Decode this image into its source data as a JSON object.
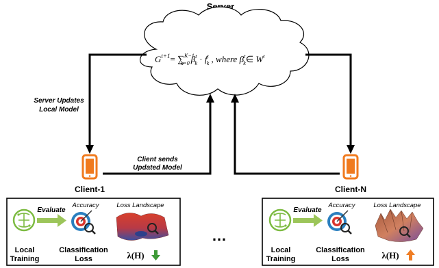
{
  "server": {
    "title": "Server",
    "formula": {
      "lhs": "G",
      "lhs_sup": "t+1",
      "eq": "= ",
      "sum": "∑",
      "sum_sup": "K−1",
      "sum_sub": "k=0",
      "beta1": "β",
      "beta1_sup": "t",
      "beta1_sub": "k",
      "dot": " · ",
      "f": "f",
      "f_sup": "t",
      "f_sub": "k",
      "where": " ,  where  ",
      "beta2": "β",
      "beta2_sup": "t",
      "beta2_sub": "k",
      "in": "∈ ",
      "W": "W",
      "W_sup": "t"
    }
  },
  "edges": {
    "server_updates": [
      "Server Updates",
      "Local Model"
    ],
    "client_sends": [
      "Client sends",
      "Updated Model"
    ]
  },
  "clients": [
    {
      "name": "Client-1",
      "evaluate": "Evaluate",
      "accuracy": "Accuracy",
      "loss_landscape": "Loss Landscape",
      "local_training": [
        "Local",
        "Training"
      ],
      "classification_loss": [
        "Classification",
        "Loss"
      ],
      "lambda": "λ(H)",
      "trend": "down"
    },
    {
      "name": "Client-N",
      "evaluate": "Evaluate",
      "accuracy": "Accuracy",
      "loss_landscape": "Loss Landscape",
      "local_training": [
        "Local",
        "Training"
      ],
      "classification_loss": [
        "Classification",
        "Loss"
      ],
      "lambda": "λ(H)",
      "trend": "up"
    }
  ],
  "ellipsis": "…",
  "colors": {
    "phone": "#F07A1E",
    "brain": "#7DBB42",
    "target_blue": "#2A7FBF",
    "target_red": "#D9342B",
    "arrow_down": "#3E9A37",
    "arrow_up": "#EF7D24",
    "evaluate_arrow": "#9CC55A"
  },
  "icons": {
    "phone": "smartphone-icon",
    "brain": "brain-circuit-icon",
    "target": "target-icon",
    "magnifier": "magnifier-icon",
    "surface": "loss-surface-icon"
  }
}
